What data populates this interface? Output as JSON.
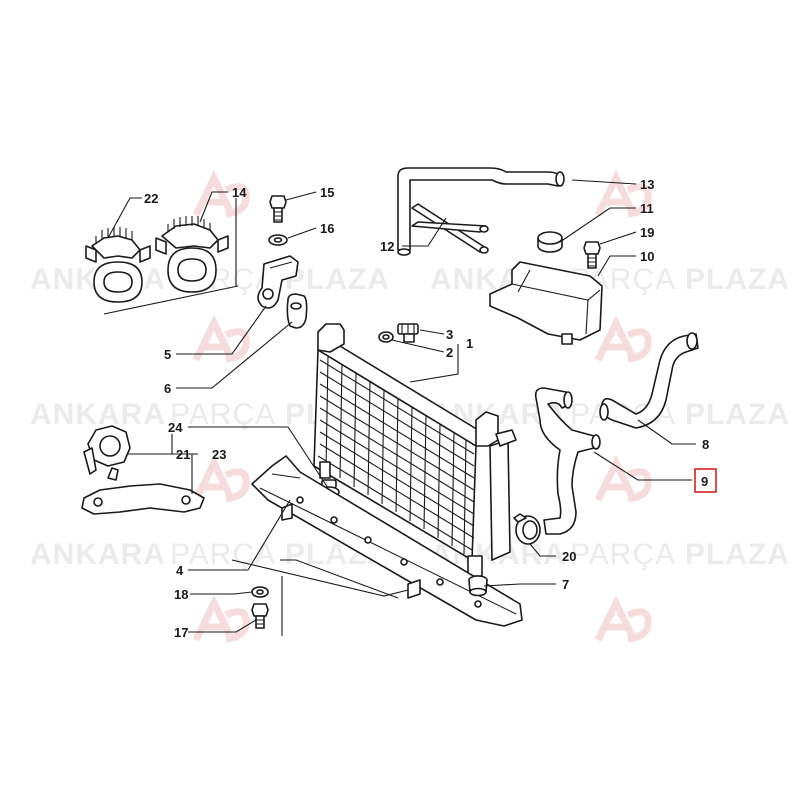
{
  "watermark": {
    "word_ankara": "ANKARA",
    "word_parca": "PARÇA",
    "word_plaza": "PLAZA",
    "logo_color": "#f6dcdc",
    "text_color": "#ebebeb"
  },
  "highlight_color": "#d62020",
  "callouts": [
    {
      "id": "22",
      "label": "22"
    },
    {
      "id": "14",
      "label": "14"
    },
    {
      "id": "15",
      "label": "15"
    },
    {
      "id": "16",
      "label": "16"
    },
    {
      "id": "5",
      "label": "5"
    },
    {
      "id": "6",
      "label": "6"
    },
    {
      "id": "3",
      "label": "3"
    },
    {
      "id": "2",
      "label": "2"
    },
    {
      "id": "1",
      "label": "1"
    },
    {
      "id": "13",
      "label": "13"
    },
    {
      "id": "11",
      "label": "11"
    },
    {
      "id": "12",
      "label": "12"
    },
    {
      "id": "19",
      "label": "19"
    },
    {
      "id": "10",
      "label": "10"
    },
    {
      "id": "8",
      "label": "8"
    },
    {
      "id": "9",
      "label": "9",
      "highlighted": true
    },
    {
      "id": "24",
      "label": "24"
    },
    {
      "id": "21",
      "label": "21"
    },
    {
      "id": "23",
      "label": "23"
    },
    {
      "id": "4",
      "label": "4"
    },
    {
      "id": "20",
      "label": "20"
    },
    {
      "id": "7",
      "label": "7"
    },
    {
      "id": "18",
      "label": "18"
    },
    {
      "id": "17",
      "label": "17"
    }
  ]
}
